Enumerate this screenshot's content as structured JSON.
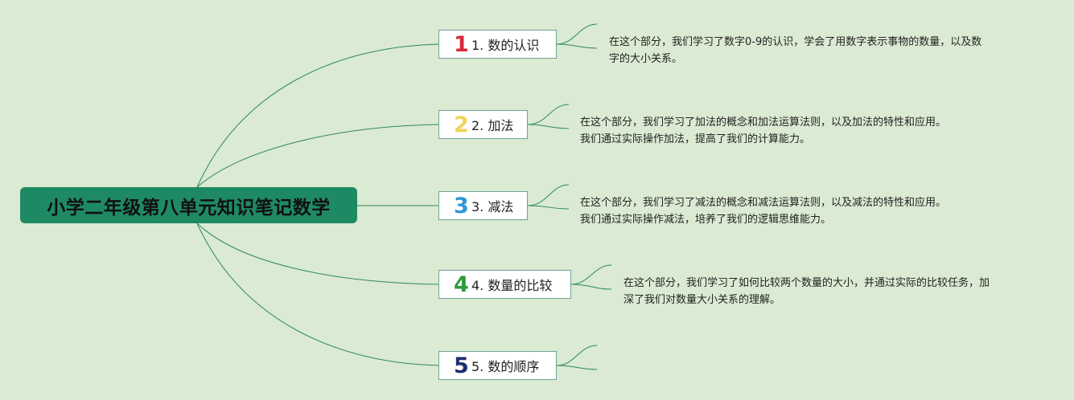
{
  "root": {
    "title": "小学二年级第八单元知识笔记数学"
  },
  "branches": [
    {
      "number": "1",
      "label": "1. 数的认识",
      "number_color": "#d62b3c",
      "note": "在这个部分，我们学习了数字0-9的认识，学会了用数字表示事物的数量，以及数\n字的大小关系。"
    },
    {
      "number": "2",
      "label": "2. 加法",
      "number_color": "#f0d35a",
      "note": "在这个部分，我们学习了加法的概念和加法运算法则，以及加法的特性和应用。\n我们通过实际操作加法，提高了我们的计算能力。"
    },
    {
      "number": "3",
      "label": "3. 减法",
      "number_color": "#2f95d8",
      "note": "在这个部分，我们学习了减法的概念和减法运算法则，以及减法的特性和应用。\n我们通过实际操作减法，培养了我们的逻辑思维能力。"
    },
    {
      "number": "4",
      "label": "4. 数量的比较",
      "number_color": "#2e9a3a",
      "note": "在这个部分，我们学习了如何比较两个数量的大小，并通过实际的比较任务，加\n深了我们对数量大小关系的理解。"
    },
    {
      "number": "5",
      "label": "5. 数的顺序",
      "number_color": "#1d2f6e",
      "note": ""
    }
  ],
  "colors": {
    "background": "#dbead2",
    "root_fill": "#1e8a63",
    "connector": "#2e8a5a",
    "node_border": "#6ea399"
  }
}
